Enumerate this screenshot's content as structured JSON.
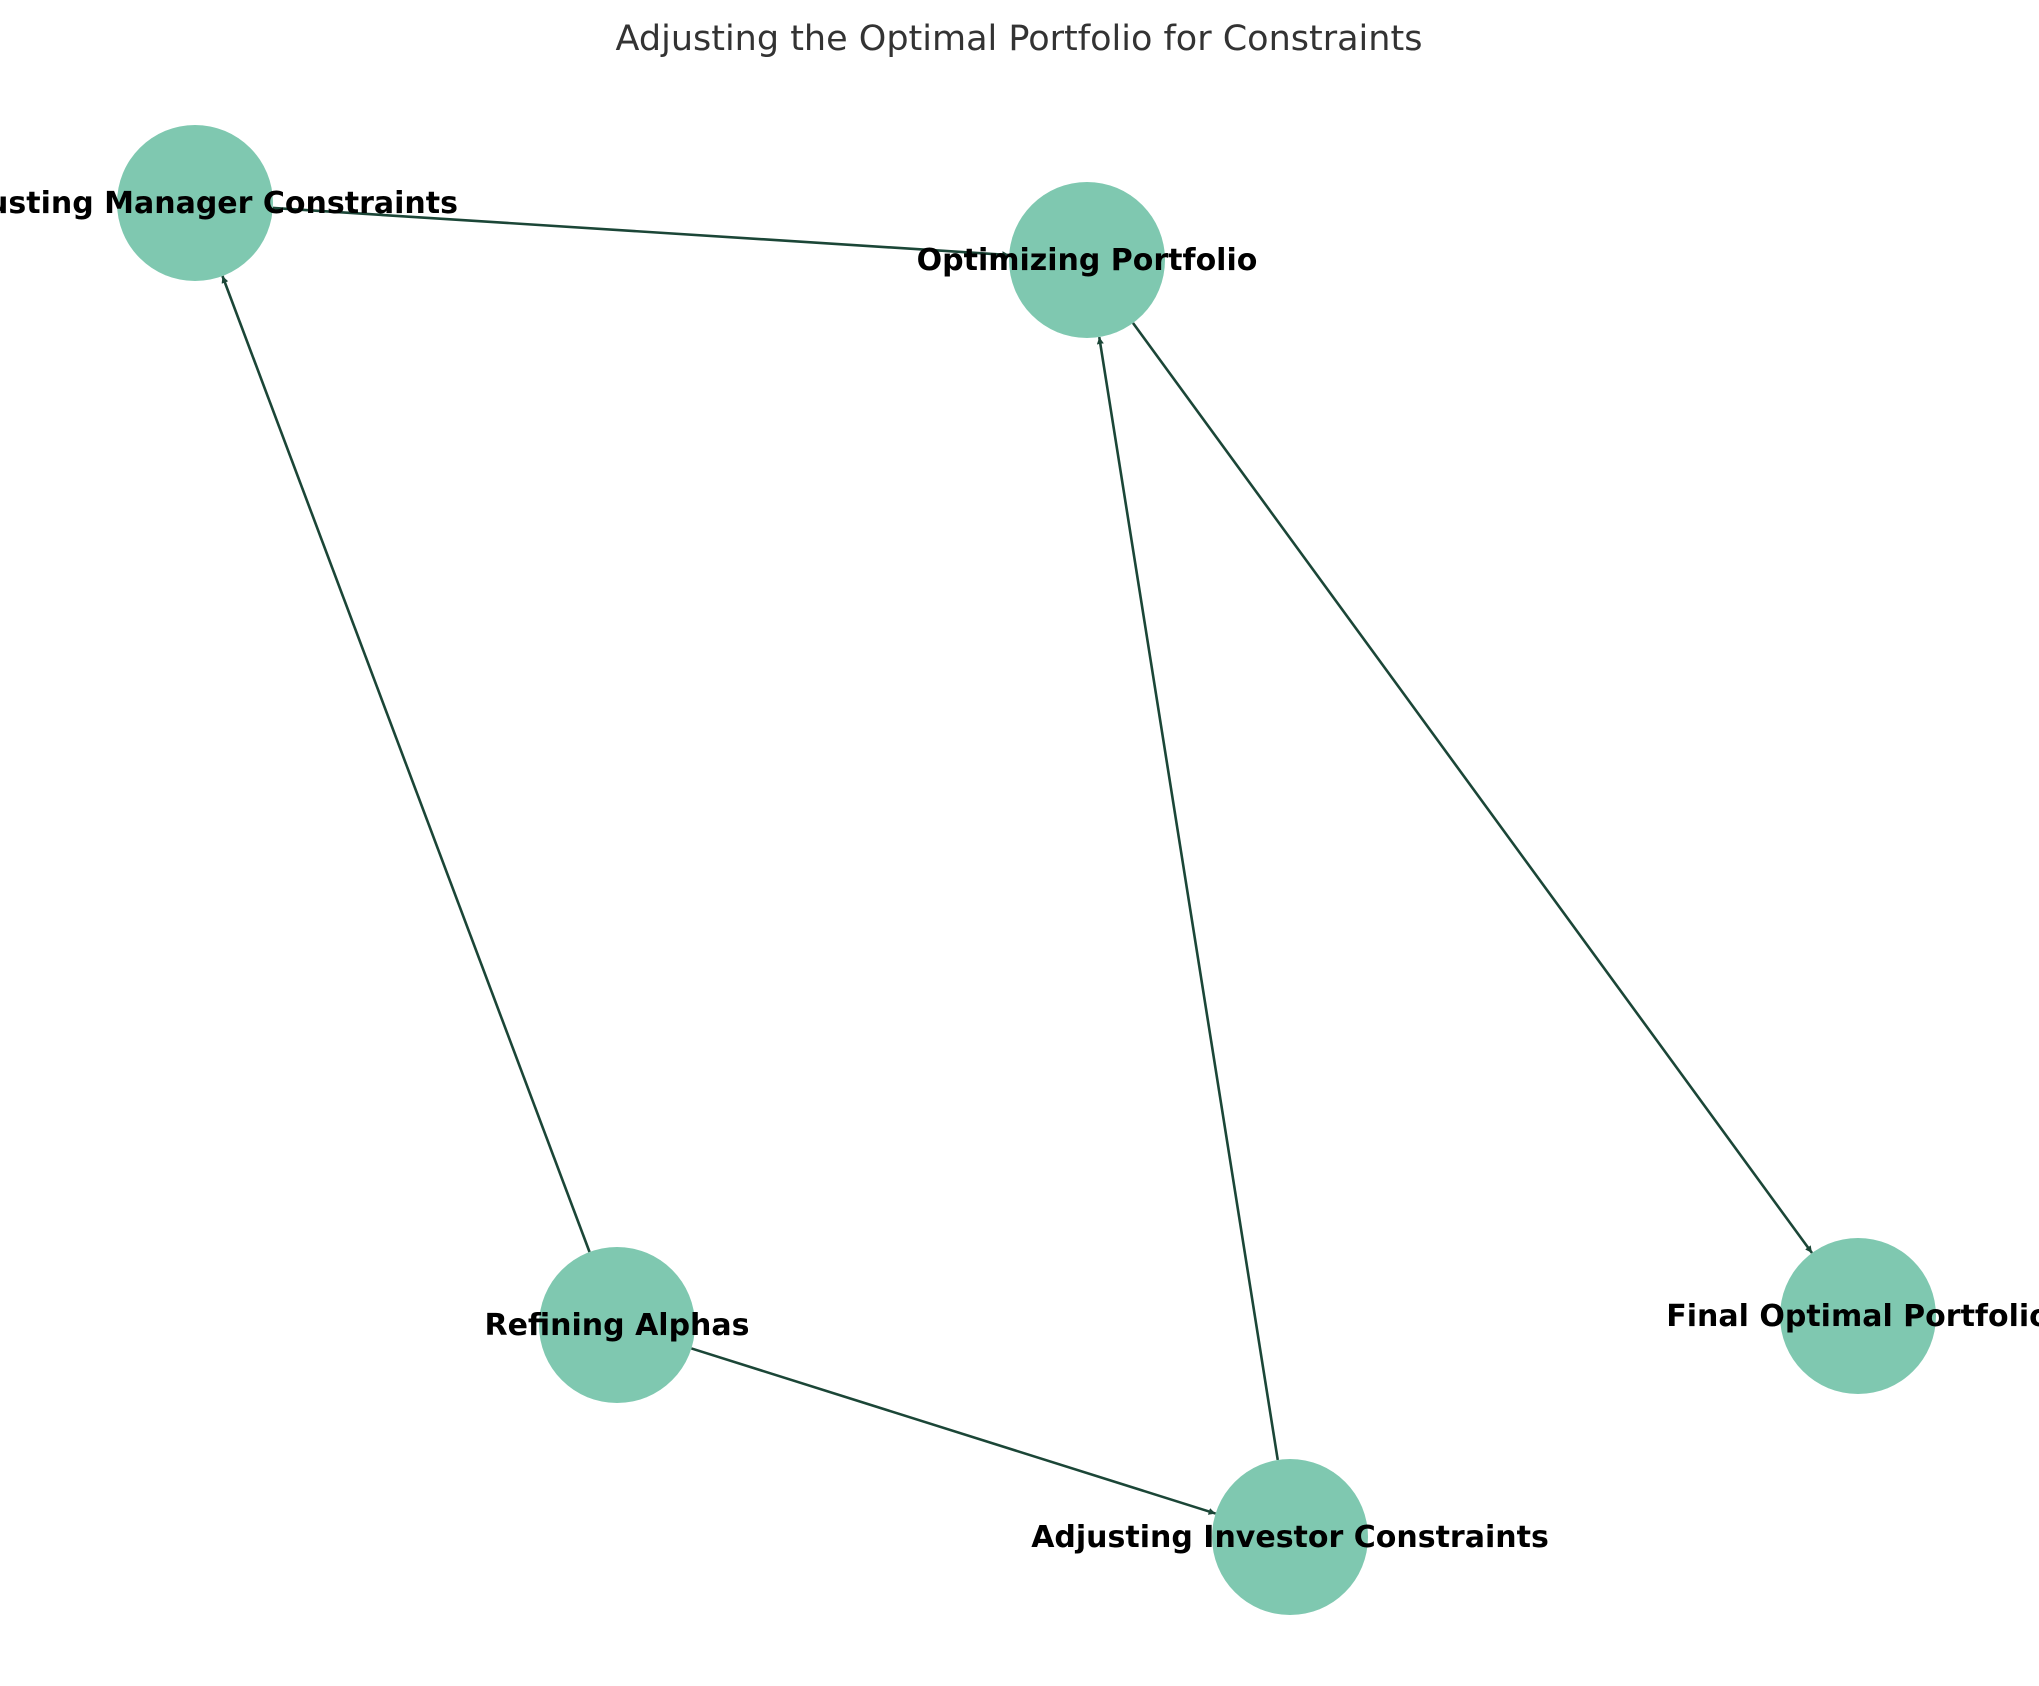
{
  "diagram": {
    "title": "Adjusting the Optimal Portfolio for Constraints",
    "node_color": "#7fc8b0",
    "edge_color": "#1b4637",
    "nodes": [
      {
        "id": "manager",
        "label": "Adjusting Manager Constraints"
      },
      {
        "id": "optimizing",
        "label": "Optimizing Portfolio"
      },
      {
        "id": "refining",
        "label": "Refining Alphas"
      },
      {
        "id": "investor",
        "label": "Adjusting Investor Constraints"
      },
      {
        "id": "final",
        "label": "Final Optimal Portfolio"
      }
    ],
    "edges": [
      {
        "from": "refining",
        "to": "manager"
      },
      {
        "from": "refining",
        "to": "investor"
      },
      {
        "from": "manager",
        "to": "optimizing"
      },
      {
        "from": "investor",
        "to": "optimizing"
      },
      {
        "from": "optimizing",
        "to": "final"
      }
    ]
  }
}
